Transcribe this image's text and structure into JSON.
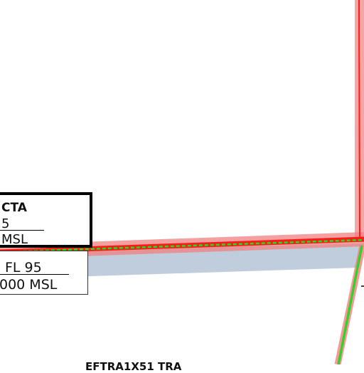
{
  "map": {
    "cta_label": {
      "name": "CTA",
      "upper_limit": "5",
      "lower_limit": "MSL"
    },
    "tma_label": {
      "upper_limit": "FL 95",
      "lower_limit": "000 MSL"
    },
    "tra_label": {
      "name": "EFTRA1X51 TRA"
    },
    "colors": {
      "cta_boundary_red": "#ff1a1a",
      "boundary_halo_pink": "#f08080",
      "tma_band_blue": "#b8c8d8",
      "fir_line_green": "#22dd22",
      "label_border": "#000000",
      "background": "#ffffff"
    }
  }
}
